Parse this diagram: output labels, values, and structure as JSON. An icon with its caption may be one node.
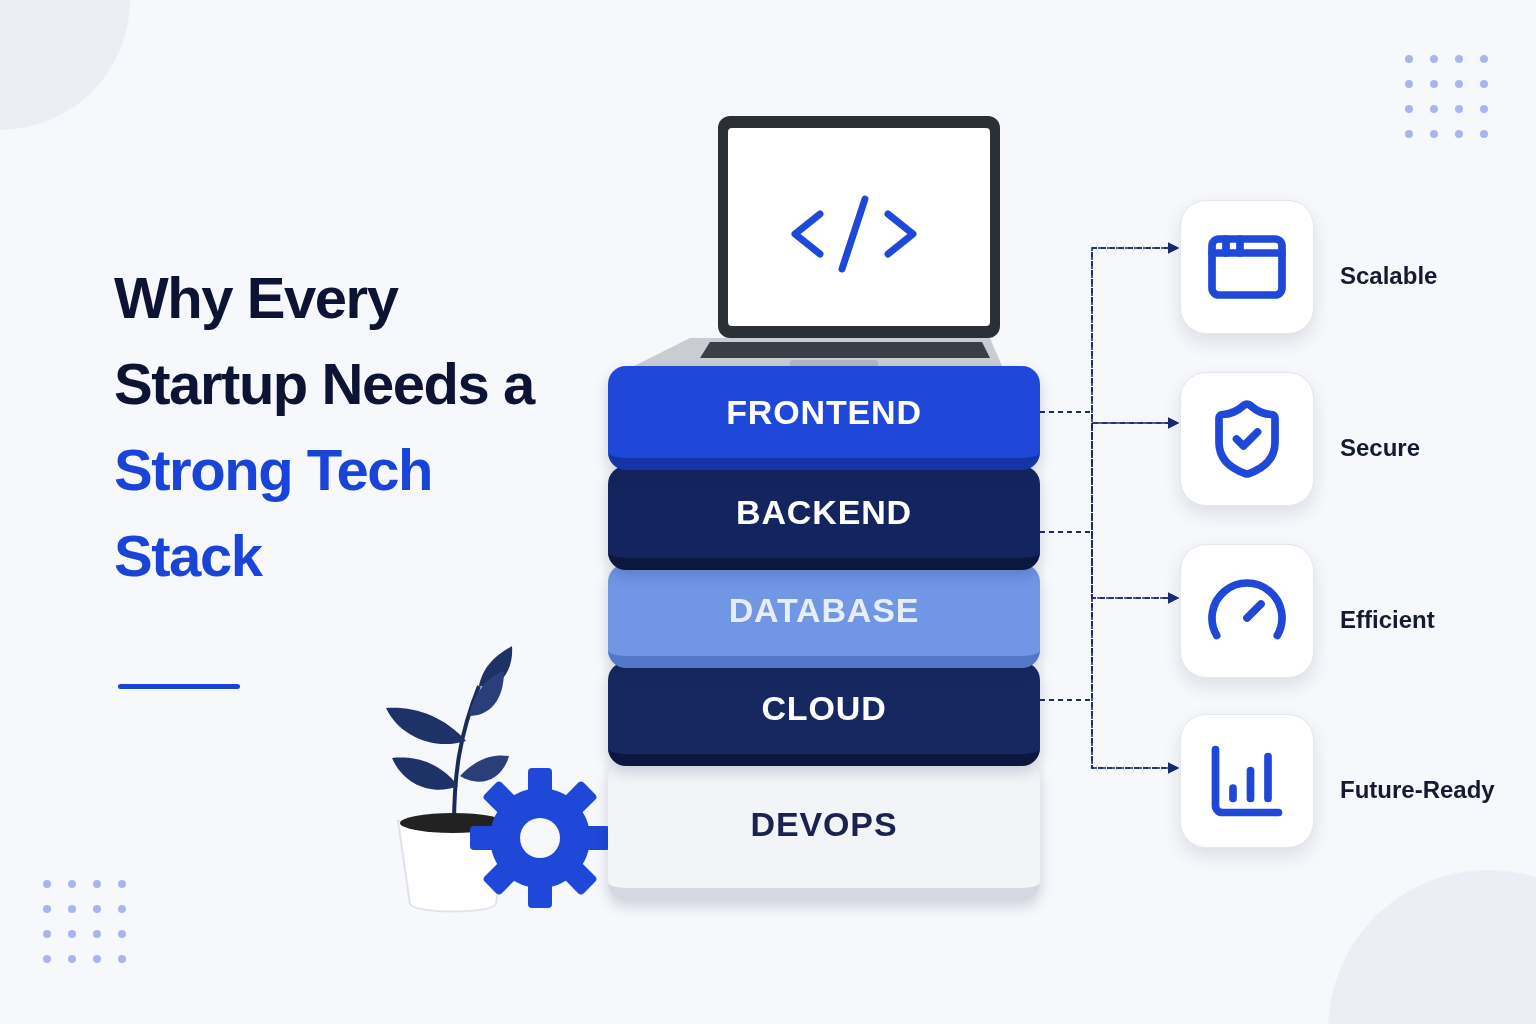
{
  "diagram": {
    "title": "Why Every Startup Needs a",
    "nodes": [
      {
        "text": [
          "FRONTEND"
        ]
      },
      {
        "text": [
          "BACKEND"
        ]
      },
      {
        "text": [
          "DATABASE"
        ]
      },
      {
        "text": [
          "CLOUD"
        ]
      },
      {
        "text": [
          "DEVOPS"
        ]
      },
      {
        "text": [],
        "shape": "box",
        "beside": [
          "Scalable"
        ]
      },
      {
        "text": [],
        "shape": "box",
        "beside": [
          "Secure"
        ]
      },
      {
        "text": [],
        "shape": "box",
        "beside": [
          "Efficient"
        ]
      },
      {
        "text": [],
        "shape": "box",
        "beside": [
          "Future-Ready"
        ]
      }
    ],
    "edges": [
      {
        "from": 0,
        "to": 5,
        "arrow": "to",
        "style": "dashed"
      },
      {
        "from": 0,
        "to": 6,
        "arrow": "to",
        "style": "dashed"
      },
      {
        "from": 0,
        "to": 7,
        "arrow": "to",
        "style": "dashed"
      },
      {
        "from": 0,
        "to": 8,
        "arrow": "to",
        "style": "dashed"
      },
      {
        "from": 1,
        "to": 5,
        "arrow": "to",
        "style": "dashed"
      },
      {
        "from": 1,
        "to": 6,
        "arrow": "to",
        "style": "dashed"
      },
      {
        "from": 1,
        "to": 7,
        "arrow": "to",
        "style": "dashed"
      },
      {
        "from": 1,
        "to": 8,
        "arrow": "to",
        "style": "dashed"
      },
      {
        "from": 3,
        "to": 5,
        "arrow": "to",
        "style": "dashed"
      },
      {
        "from": 3,
        "to": 6,
        "arrow": "to",
        "style": "dashed"
      },
      {
        "from": 3,
        "to": 7,
        "arrow": "to",
        "style": "dashed"
      },
      {
        "from": 3,
        "to": 8,
        "arrow": "to",
        "style": "dashed"
      }
    ],
    "labels": [
      "Strong Tech Stack"
    ]
  }
}
